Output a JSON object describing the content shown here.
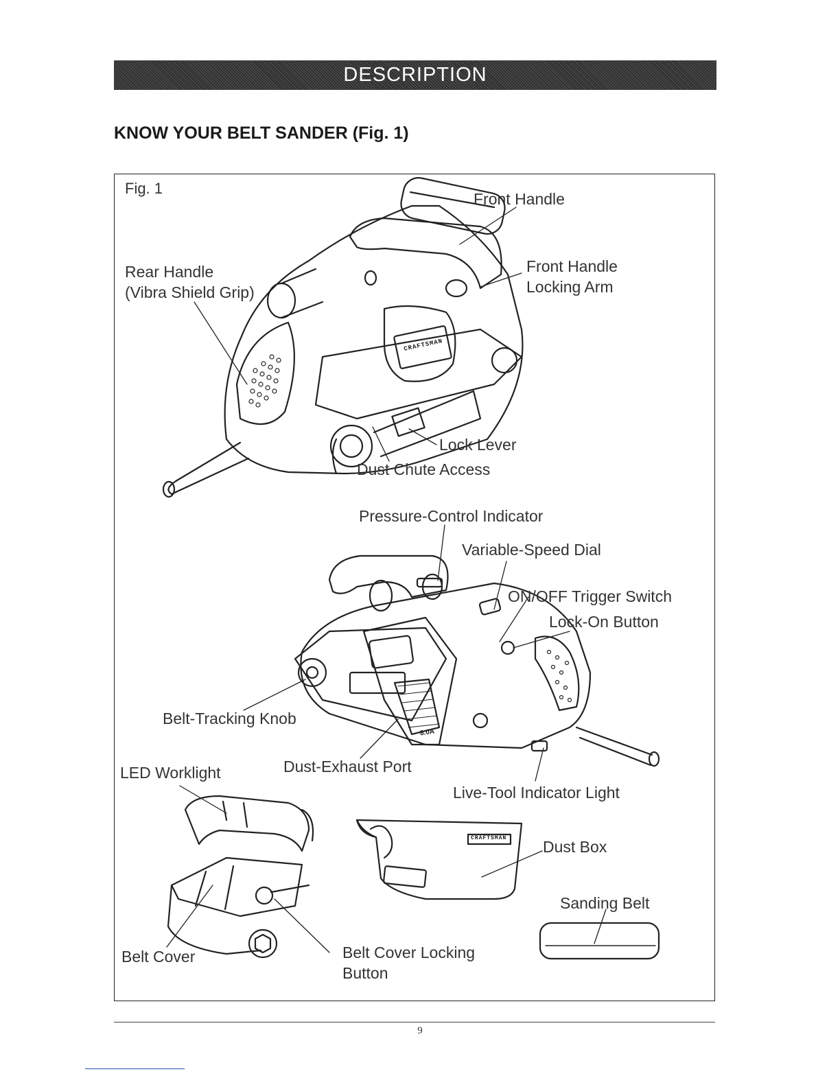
{
  "section": {
    "title": "DESCRIPTION"
  },
  "heading": "KNOW YOUR BELT SANDER (Fig. 1)",
  "figure": {
    "label": "Fig. 1",
    "callouts": {
      "front_handle": "Front Handle",
      "front_handle_locking_arm_1": "Front Handle",
      "front_handle_locking_arm_2": "Locking Arm",
      "rear_handle_1": "Rear Handle",
      "rear_handle_2": "(Vibra Shield Grip)",
      "lock_lever": "Lock Lever",
      "dust_chute_access": "Dust Chute Access",
      "pressure_control_indicator": "Pressure-Control Indicator",
      "variable_speed_dial": "Variable-Speed Dial",
      "on_off_trigger_switch": "ON/OFF Trigger Switch",
      "lock_on_button": "Lock-On Button",
      "belt_tracking_knob": "Belt-Tracking Knob",
      "led_worklight": "LED Worklight",
      "dust_exhaust_port": "Dust-Exhaust Port",
      "live_tool_indicator_light": "Live-Tool Indicator Light",
      "dust_box": "Dust Box",
      "sanding_belt": "Sanding Belt",
      "belt_cover": "Belt Cover",
      "belt_cover_locking_button_1": "Belt Cover Locking",
      "belt_cover_locking_button_2": "Button"
    },
    "logos": {
      "brand": "CRAFTSMAN",
      "label_b": "8.0A"
    }
  },
  "page_number": "9"
}
